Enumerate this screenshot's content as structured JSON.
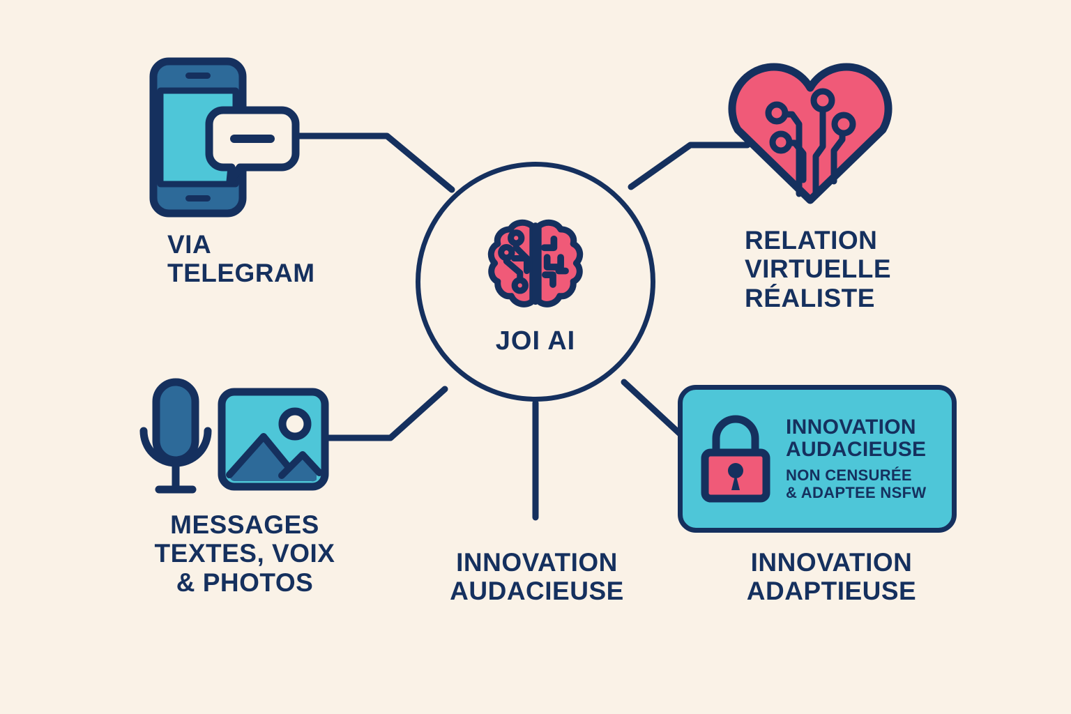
{
  "diagram": {
    "background_color": "#faf2e7",
    "stroke_color": "#15305e",
    "accent_pink": "#f05a78",
    "accent_teal": "#4ec6d8",
    "accent_blue": "#2d6a99"
  },
  "hub": {
    "title": "JOI AI",
    "icon": "brain-circuit-icon"
  },
  "nodes": {
    "telegram": {
      "icon": "smartphone-chat-icon",
      "label": "VIA\nTELEGRAM"
    },
    "relation": {
      "icon": "heart-circuit-icon",
      "label": "RELATION\nVIRTUELLE\nRÉALISTE"
    },
    "media": {
      "icon_mic": "microphone-icon",
      "icon_image": "photo-image-icon",
      "label": "MESSAGES\nTEXTES, VOIX\n& PHOTOS"
    },
    "center_bottom": {
      "label": "INNOVATION\nAUDACIEUSE"
    },
    "lock_card": {
      "icon": "lock-icon",
      "heading": "INNOVATION\nAUDACIEUSE",
      "subtext": "NON CENSURÉE\n& ADAPTEE NSFW",
      "label": "INNOVATION\nADAPTIEUSE"
    }
  }
}
